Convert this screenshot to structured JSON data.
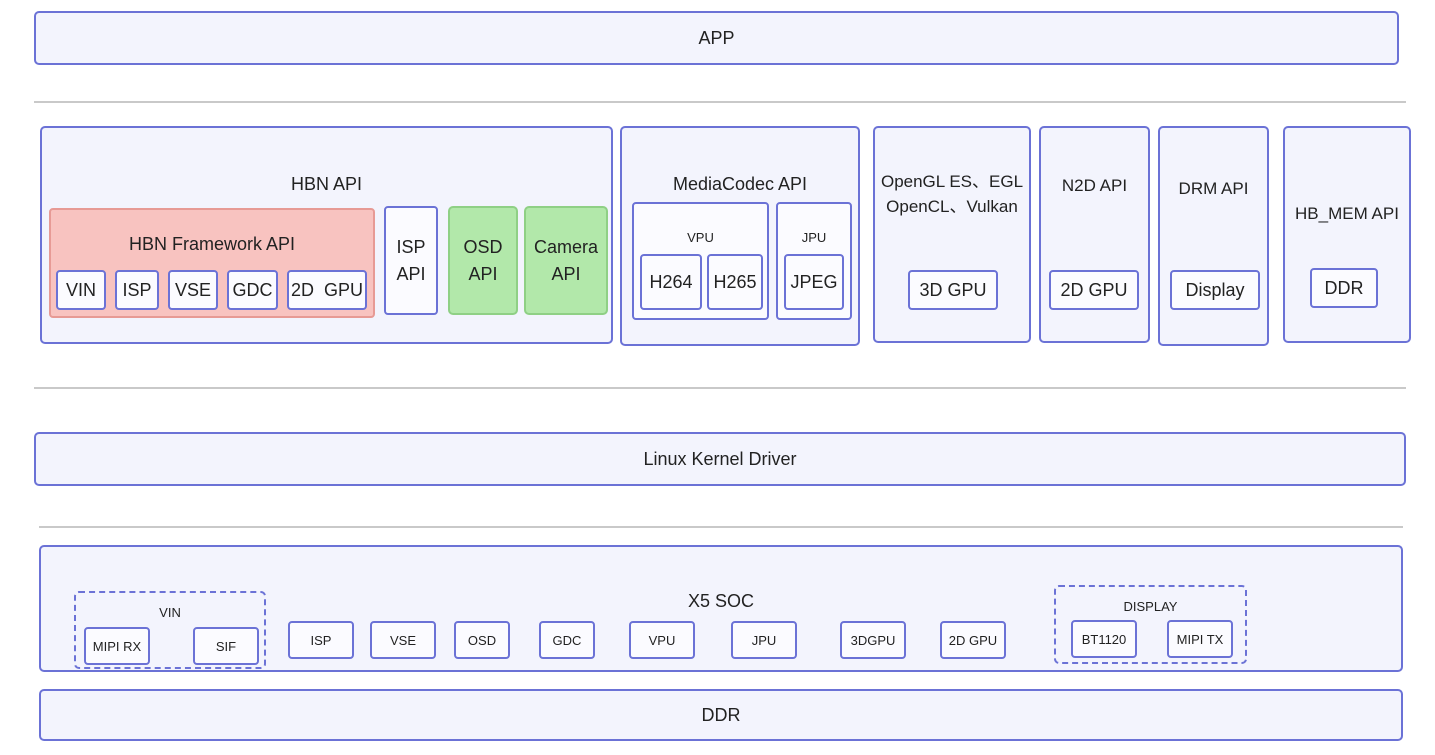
{
  "app": {
    "label": "APP"
  },
  "hbn": {
    "title": "HBN API",
    "framework": {
      "title": "HBN Framework API",
      "modules": [
        "VIN",
        "ISP",
        "VSE",
        "GDC",
        "2D  GPU"
      ]
    },
    "isp_api": "ISP\nAPI",
    "osd_api": "OSD\nAPI",
    "camera_api": "Camera\nAPI"
  },
  "mediacodec": {
    "title": "MediaCodec API",
    "vpu": {
      "title": "VPU",
      "codecs": [
        "H264",
        "H265"
      ]
    },
    "jpu": {
      "title": "JPU",
      "codecs": [
        "JPEG"
      ]
    }
  },
  "opengl": {
    "title": "OpenGL ES、EGL\nOpenCL、Vulkan",
    "unit": "3D GPU"
  },
  "n2d": {
    "title": "N2D API",
    "unit": "2D GPU"
  },
  "drm": {
    "title": "DRM API",
    "unit": "Display"
  },
  "hbmem": {
    "title": "HB_MEM API",
    "unit": "DDR"
  },
  "kernel": {
    "label": "Linux Kernel Driver"
  },
  "soc": {
    "title": "X5 SOC",
    "vin": {
      "title": "VIN",
      "items": [
        "MIPI RX",
        "SIF"
      ]
    },
    "blocks": [
      "ISP",
      "VSE",
      "OSD",
      "GDC",
      "VPU",
      "JPU",
      "3DGPU",
      "2D GPU"
    ],
    "display": {
      "title": "DISPLAY",
      "items": [
        "BT1120",
        "MIPI TX"
      ]
    }
  },
  "ddr": {
    "label": "DDR"
  },
  "colors": {
    "border": "#6b72d6",
    "panel": "#f3f4fd",
    "framework_fill": "#f8c3c0",
    "api_green": "#b2e8aa",
    "separator": "#c9c9c9"
  }
}
